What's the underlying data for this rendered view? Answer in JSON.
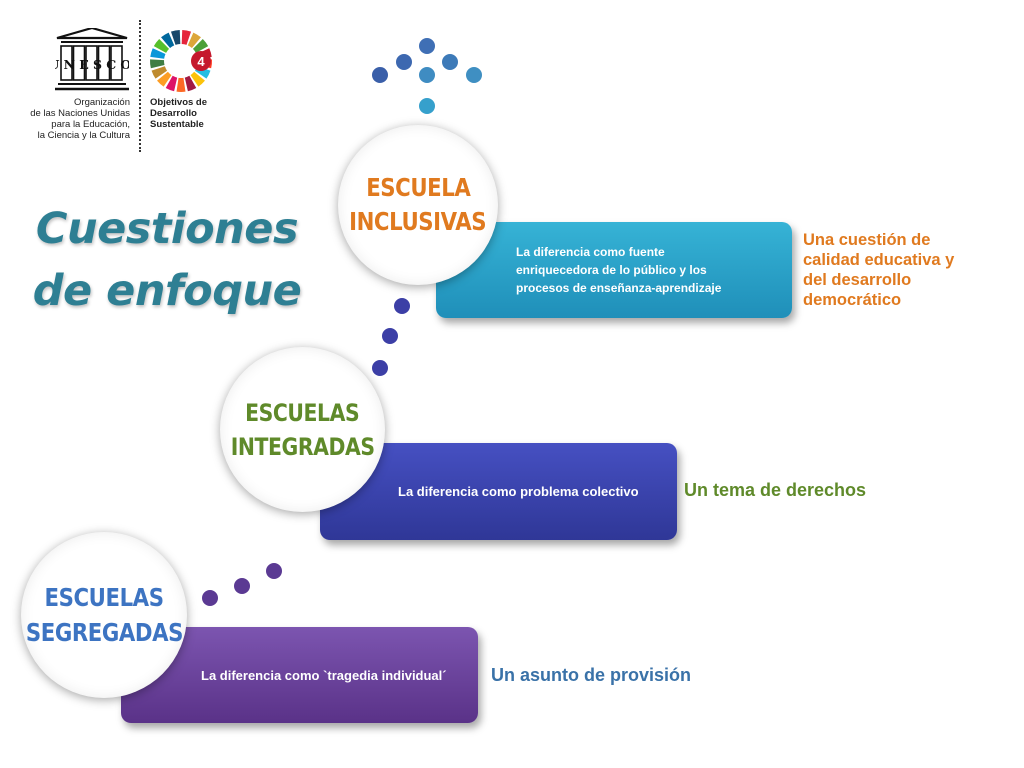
{
  "header": {
    "unesco_logo_text": "UNESCO",
    "org_lines": [
      "Organización",
      "de las Naciones Unidas",
      "para la Educación,",
      "la Ciencia y la Cultura"
    ],
    "sdg_number": "4",
    "sdg_lines": [
      "Objetivos de",
      "Desarrollo",
      "Sustentable"
    ]
  },
  "title": {
    "lines": [
      "Cuestiones",
      "de enfoque"
    ]
  },
  "levels": [
    {
      "circle_lines": [
        "ESCUELA",
        "INCLUSIVAS"
      ],
      "bar_lines": [
        "La diferencia como fuente",
        "enriquecedora de lo público y los",
        "procesos de enseñanza-aprendizaje"
      ],
      "note_lines": [
        "Una cuestión de",
        "calidad educativa y",
        "del desarrollo",
        "democrático"
      ]
    },
    {
      "circle_lines": [
        "ESCUELAS",
        "INTEGRADAS"
      ],
      "bar_lines": [
        "La diferencia como problema colectivo"
      ],
      "note_lines": [
        "Un tema de derechos"
      ]
    },
    {
      "circle_lines": [
        "ESCUELAS",
        "SEGREGADAS"
      ],
      "bar_lines": [
        "La diferencia como `tragedia individual´"
      ],
      "note_lines": [
        "Un asunto de provisión"
      ]
    }
  ],
  "colors": {
    "title": "#2e7f93",
    "inclusive": "#e07a1f",
    "integrated": "#5f8a2a",
    "segregated": "#3d74c2",
    "bar_top": "#1f8fb9",
    "bar_middle": "#2f3797",
    "bar_bottom": "#5a3288"
  }
}
